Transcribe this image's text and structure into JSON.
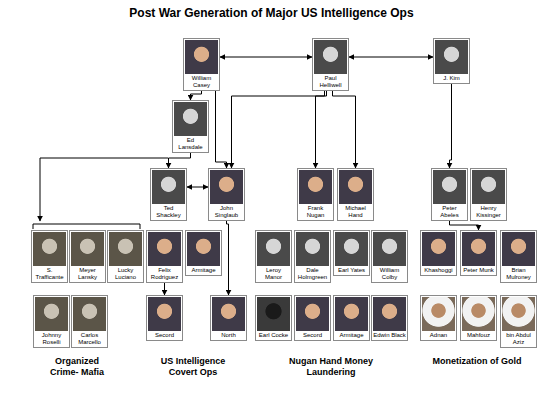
{
  "diagram": {
    "title": "Post War Generation of Major US Intelligence Ops",
    "nodes": [
      {
        "text": [
          "William Casey"
        ]
      },
      {
        "text": [
          "Paul Helliwell"
        ]
      },
      {
        "text": [
          "J. Kim"
        ]
      },
      {
        "text": [
          "Ed Lansdale"
        ]
      },
      {
        "text": [
          "Ted Shackley"
        ]
      },
      {
        "text": [
          "John Singlaub"
        ]
      },
      {
        "text": [
          "Frank Nugan"
        ]
      },
      {
        "text": [
          "Michael Hand"
        ]
      },
      {
        "text": [
          "Peter Abeles"
        ]
      },
      {
        "text": [
          "Henry Kissinger"
        ]
      },
      {
        "text": [
          "S. Trafficante"
        ]
      },
      {
        "text": [
          "Meyer Lansky"
        ]
      },
      {
        "text": [
          "Lucky Luciano"
        ]
      },
      {
        "text": [
          "Felix Rodriguez"
        ]
      },
      {
        "text": [
          "Armitage"
        ]
      },
      {
        "text": [
          "Leroy Manor"
        ]
      },
      {
        "text": [
          "Dale Holmgreen"
        ]
      },
      {
        "text": [
          "Earl Yates"
        ]
      },
      {
        "text": [
          "William Colby"
        ]
      },
      {
        "text": [
          "Khashoggi"
        ]
      },
      {
        "text": [
          "Peter Munk"
        ]
      },
      {
        "text": [
          "Brian Mulroney"
        ]
      },
      {
        "text": [
          "Johnny Roselli"
        ]
      },
      {
        "text": [
          "Carlos Marcello"
        ]
      },
      {
        "text": [
          "Secord"
        ]
      },
      {
        "text": [
          "North"
        ]
      },
      {
        "text": [
          "Earl Cocke"
        ]
      },
      {
        "text": [
          "Secord"
        ]
      },
      {
        "text": [
          "Armitage"
        ]
      },
      {
        "text": [
          "Edwin Black"
        ]
      },
      {
        "text": [
          "Adnan"
        ]
      },
      {
        "text": [
          "Mahfouz"
        ]
      },
      {
        "text": [
          "bin Abdul Aziz"
        ]
      }
    ],
    "edges": [
      {
        "from": 0,
        "to": 1,
        "arrow": "both"
      },
      {
        "from": 1,
        "to": 2,
        "arrow": "both"
      },
      {
        "from": 0,
        "to": 3,
        "arrow": "to"
      },
      {
        "from": 0,
        "to": 5,
        "arrow": "to"
      },
      {
        "from": 1,
        "to": 5,
        "arrow": "to"
      },
      {
        "from": 1,
        "to": 6,
        "arrow": "to"
      },
      {
        "from": 1,
        "to": 7,
        "arrow": "to"
      },
      {
        "from": 3,
        "to": 4,
        "arrow": "to"
      },
      {
        "from": 4,
        "to": 5,
        "arrow": "both"
      },
      {
        "from": 2,
        "to": 8,
        "arrow": "to"
      },
      {
        "from": 8,
        "to": 20,
        "arrow": "to"
      },
      {
        "from": 13,
        "to": 24,
        "arrow": "to"
      },
      {
        "from": 5,
        "to": 25,
        "arrow": "to"
      }
    ],
    "labels": [
      "Organized Crime- Mafia",
      "US Intelligence Covert Ops",
      "Nugan Hand Money Laundering",
      "Monetization of Gold"
    ]
  }
}
